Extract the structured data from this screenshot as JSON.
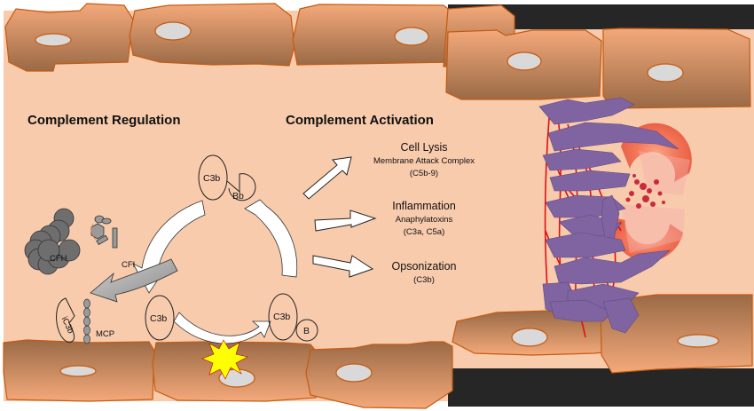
{
  "headings": {
    "regulation": "Complement Regulation",
    "activation": "Complement Activation"
  },
  "cycle": {
    "convertase_c3b": "C3b",
    "convertase_bb": "Bb",
    "bound_c3b": "C3b",
    "factor_b": "B",
    "free_c3b": "C3b"
  },
  "regulators": {
    "cfh": "CFH",
    "cfi": "CFI",
    "mcp": "MCP",
    "ic3b": "iC3b"
  },
  "outcomes": [
    {
      "title": "Cell Lysis",
      "line1": "Membrane Attack Complex",
      "line2": "(C5b-9)"
    },
    {
      "title": "Inflammation",
      "line1": "Anaphylatoxins",
      "line2": "(C3a, C5a)"
    },
    {
      "title": "Opsonization",
      "line1": "(C3b)",
      "line2": ""
    }
  ],
  "colors": {
    "lumen": "#f8cbad",
    "cell_top": "#f4a97a",
    "cell_bottom": "#9a6a46",
    "cell_outline": "#c55a11",
    "nucleus": "#d9d9d9",
    "dark_bg": "#262626",
    "cfh_gray": "#6e6e6e",
    "platelet": "#8064a2",
    "fibrin": "#e01010",
    "rbc": "#f26b4e",
    "damage": "#ffff00"
  }
}
